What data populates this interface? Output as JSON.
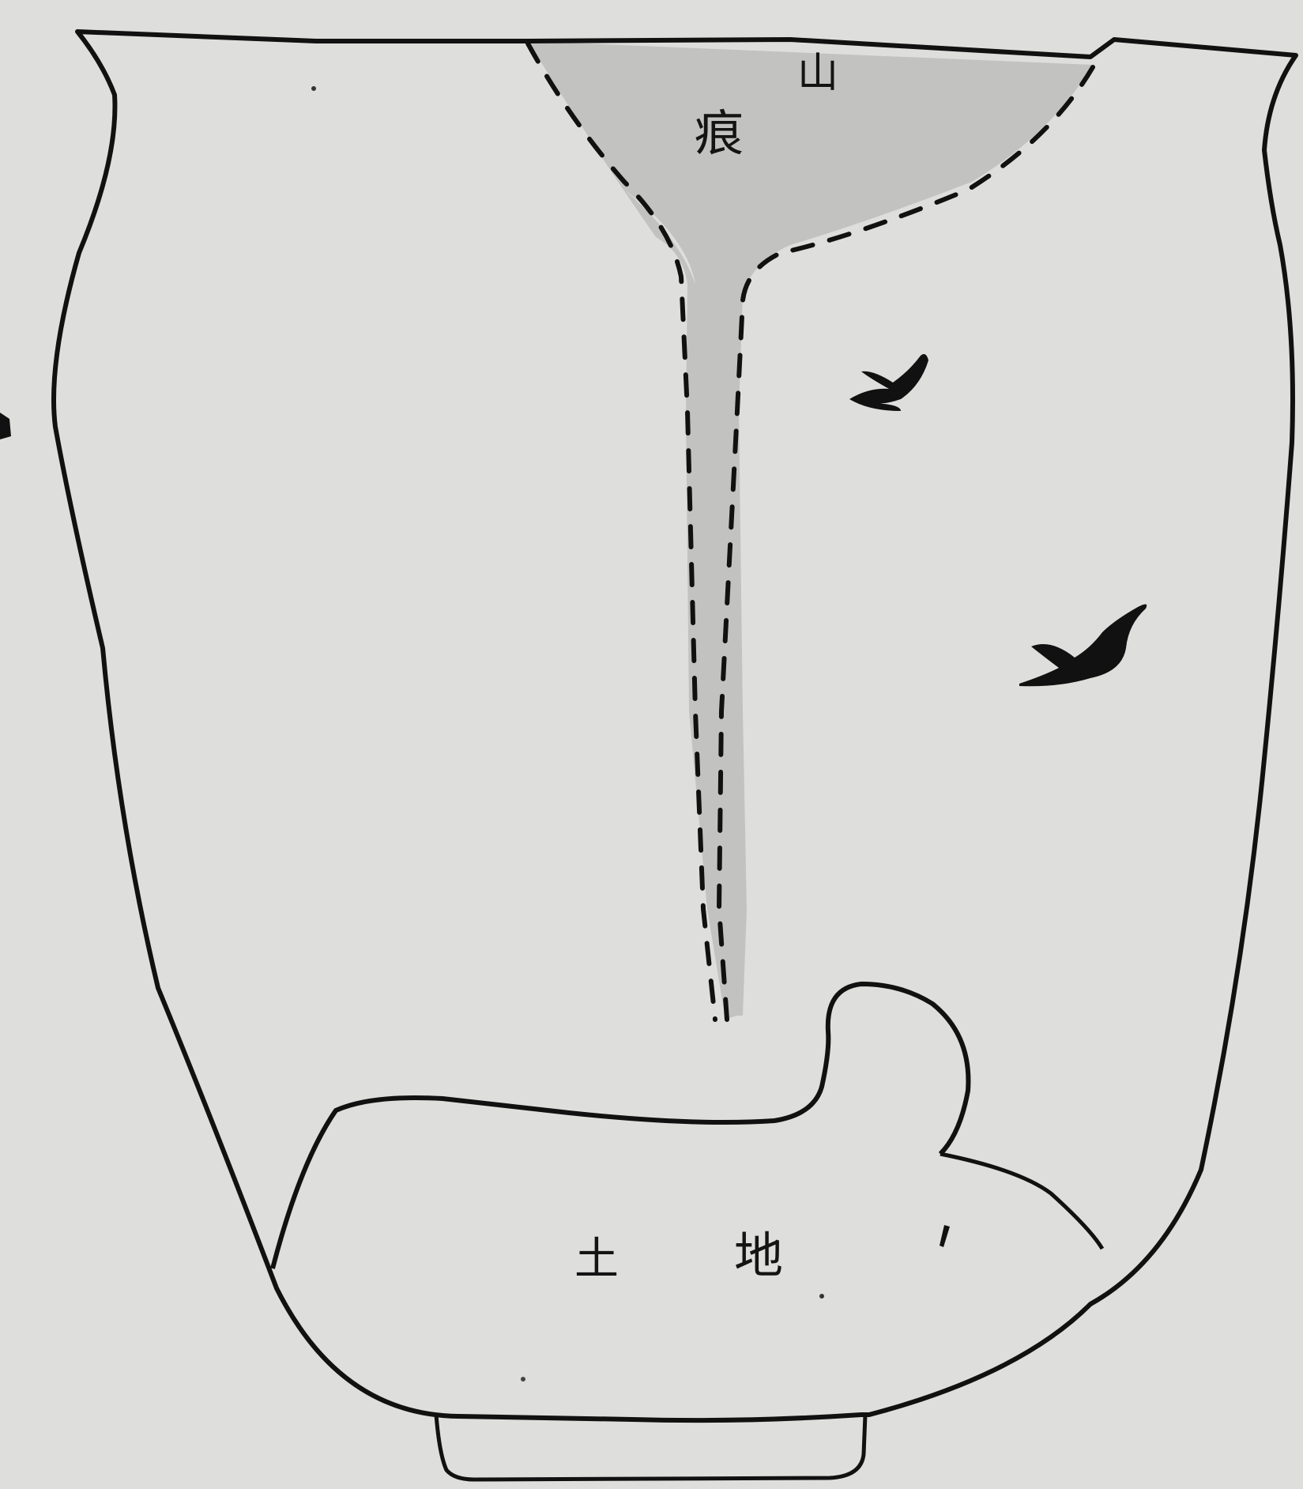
{
  "labels": {
    "top_a": "山",
    "top_b": "痕",
    "bottom_a": "土",
    "bottom_b": "地"
  },
  "colors": {
    "background": "#dededc",
    "outline": "#111111",
    "shaded_region": "#c2c2c0"
  }
}
